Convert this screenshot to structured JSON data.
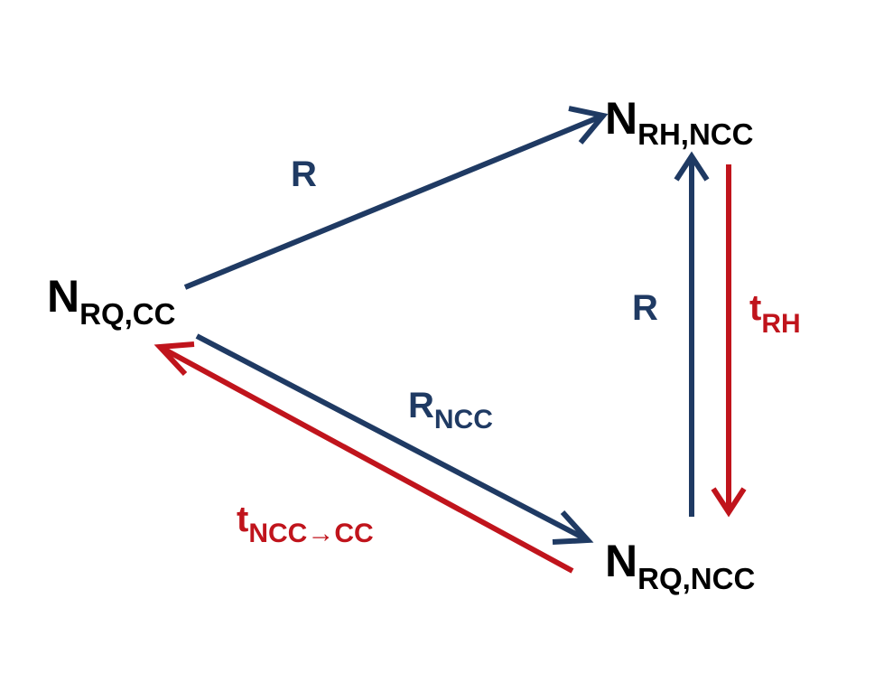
{
  "colors": {
    "blue": "#1f3a63",
    "red": "#c0141c",
    "black": "#000000"
  },
  "nodes": {
    "rq_cc": {
      "main": "N",
      "sub": "RQ,CC"
    },
    "rh_ncc": {
      "main": "N",
      "sub": "RH,NCC"
    },
    "rq_ncc": {
      "main": "N",
      "sub": "RQ,NCC"
    }
  },
  "edges": {
    "r_top": {
      "main": "R",
      "sub": ""
    },
    "r_right": {
      "main": "R",
      "sub": ""
    },
    "r_ncc": {
      "main": "R",
      "sub": "NCC"
    },
    "t_rh": {
      "main": "t",
      "sub": "RH"
    },
    "t_ncc_cc": {
      "main": "t",
      "sub": "NCC→CC"
    }
  }
}
